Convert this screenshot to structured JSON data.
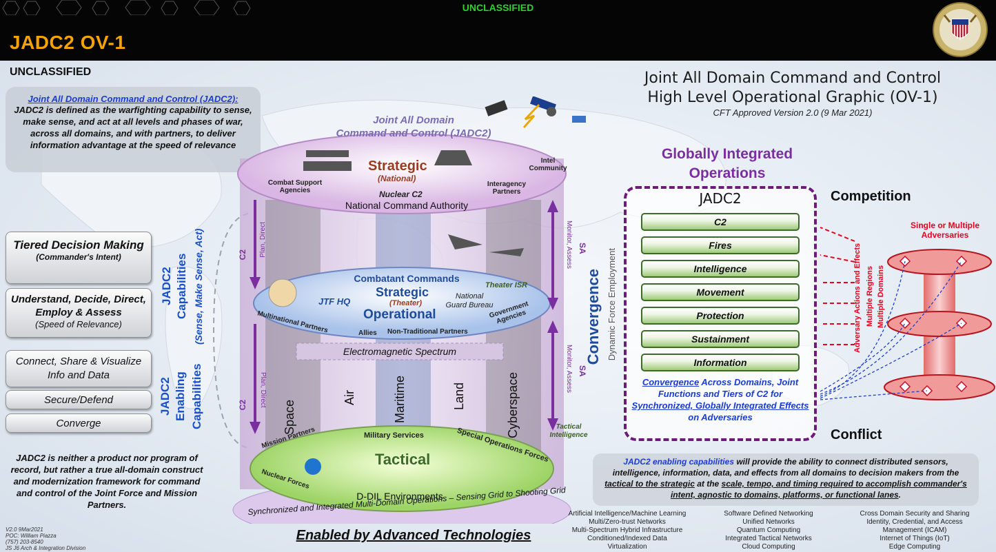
{
  "header": {
    "classification": "UNCLASSIFIED",
    "title": "JADC2 OV-1",
    "seal_icon": "joint-chiefs-seal-icon"
  },
  "body_classification": "UNCLASSIFIED",
  "definition": {
    "title": "Joint All Domain Command and Control (JADC2):",
    "text": "JADC2 is defined as the warfighting capability to sense, make sense, and act at all levels and phases of war, across all domains, and with partners, to deliver information advantage at the speed of relevance"
  },
  "main_title": {
    "line1": "Joint All Domain Command and Control",
    "line2": "High Level Operational Graphic (OV-1)",
    "version": "CFT Approved Version 2.0 (9 Mar 2021)"
  },
  "capabilities": {
    "label_jadc2": "JADC2",
    "label_caps": "Capabilities",
    "label_sense": "(Sense, Make Sense, Act)",
    "tiered_title": "Tiered Decision Making",
    "tiered_sub": "(Commander's Intent)",
    "understand_title": "Understand, Decide, Direct, Employ & Assess",
    "understand_sub": "(Speed of Relevance)"
  },
  "enabling": {
    "label_jadc2": "JADC2",
    "label_enabling": "Enabling",
    "label_caps": "Capabilities",
    "connect": "Connect, Share & Visualize Info and Data",
    "secure": "Secure/Defend",
    "converge": "Converge"
  },
  "bottom_note": "JADC2 is neither a product nor program of record, but rather a true all-domain construct and modernization framework for command and control of the Joint Force and Mission Partners.",
  "meta": {
    "version": "V2.0 9Mar2021",
    "poc": "POC: William Piazza",
    "phone": "(757) 203-8540",
    "division": "JS J6 Arch & Integration Division"
  },
  "cylinder": {
    "title_line1": "Joint All Domain",
    "title_line2": "Command and Control (JADC2)",
    "strategic": "Strategic",
    "national": "(National)",
    "nuclear_c2": "Nuclear C2",
    "combat_support": "Combat Support Agencies",
    "intel": "Intel Community",
    "interagency": "Interagency Partners",
    "nca": "National Command Authority",
    "combatant_commands": "Combatant Commands",
    "strategic_theater": "Strategic",
    "theater": "(Theater)",
    "operational": "Operational",
    "jtf_hq": "JTF HQ",
    "national_guard": "National Guard Bureau",
    "theater_isr": "Theater ISR",
    "multinational": "Multinational Partners",
    "allies": "Allies",
    "non_traditional": "Non-Traditional Partners",
    "government": "Government Agencies",
    "em_spectrum": "Electromagnetic Spectrum",
    "domains": [
      "Space",
      "Air",
      "Maritime",
      "Land",
      "Cyberspace"
    ],
    "tactical": "Tactical",
    "mission_partners": "Mission Partners",
    "military_services": "Military Services",
    "sof": "Special Operations Forces",
    "nuclear_forces": "Nuclear Forces",
    "ddil": "D-DIL Environments",
    "tactical_intel": "Tactical Intelligence",
    "grid_text": "Synchronized and Integrated Multi-Domain Operations – Sensing Grid to Shooting Grid",
    "c2": "C2",
    "plan_direct": "Plan, Direct",
    "monitor_assess": "Monitor, Assess",
    "sa": "SA",
    "convergence": "Convergence",
    "dynamic_force": "Dynamic Force Employment"
  },
  "gio": {
    "title": "Globally Integrated Operations",
    "box_title": "JADC2",
    "functions": [
      "C2",
      "Fires",
      "Intelligence",
      "Movement",
      "Protection",
      "Sustainment",
      "Information"
    ],
    "convergence_text_1": "Convergence",
    "convergence_text_2": " Across Domains, Joint Functions and Tiers of C2 for ",
    "convergence_text_3": "Synchronized, Globally Integrated Effects",
    "convergence_text_4": " on Adversaries"
  },
  "adversary": {
    "competition": "Competition",
    "conflict": "Conflict",
    "single_multiple": "Single or Multiple Adversaries",
    "actions": "Adversary Actions and Effects",
    "regions": "Multiple Regions",
    "domains": "Multiple Domains"
  },
  "enabling_statement": {
    "p1": "JADC2 enabling capabilities",
    "p2": " will provide the ability to connect distributed sensors, intelligence, information, data, and effects from all domains to decision makers from the ",
    "p3": "tactical to the strategic",
    "p4": " at the ",
    "p5": "scale, tempo, and timing required to accomplish commander's intent, agnostic to domains, platforms, or functional lanes",
    "p6": "."
  },
  "technologies": {
    "title": "Enabled by Advanced Technologies",
    "col1": [
      "Artificial Intelligence/Machine Learning",
      "Multi/Zero-trust Networks",
      "Multi-Spectrum Hybrid Infrastructure",
      "Conditioned/Indexed Data",
      "Virtualization"
    ],
    "col2": [
      "Software Defined Networking",
      "Unified Networks",
      "Quantum Computing",
      "Integrated Tactical Networks",
      "Cloud Computing"
    ],
    "col3": [
      "Cross Domain Security and Sharing",
      "Identity, Credential, and Access",
      "Management (ICAM)",
      "Internet of Things (IoT)",
      "Edge Computing"
    ]
  },
  "colors": {
    "header_bg": "#050505",
    "title_orange": "#f5a300",
    "classification_green": "#2fd12f",
    "purple": "#7a2fa0",
    "blue": "#1a3bd6",
    "red": "#e8001c"
  }
}
